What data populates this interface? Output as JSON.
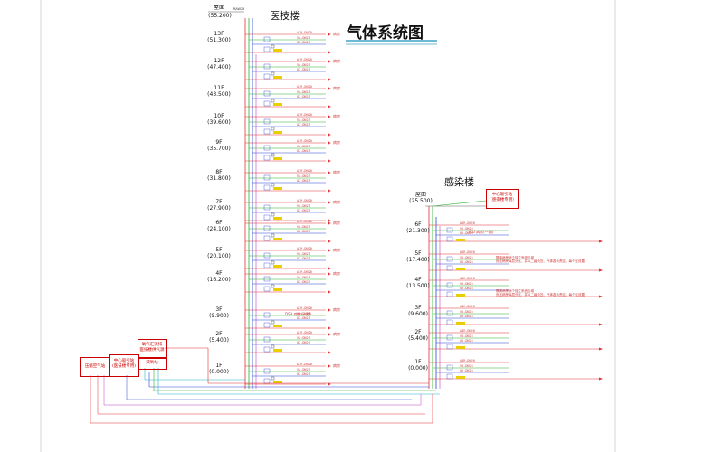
{
  "title": "气体系统图",
  "roof_marker": "屋面",
  "roof_elevation": "(55.200)",
  "roof_note": "RAW25",
  "building_left": {
    "name": "医技楼",
    "floors": [
      {
        "label": "13F",
        "elev": "(51.300)"
      },
      {
        "label": "12F",
        "elev": "(47.400)"
      },
      {
        "label": "11F",
        "elev": "(43.500)"
      },
      {
        "label": "10F",
        "elev": "(39.600)"
      },
      {
        "label": "9F",
        "elev": "(35.700)"
      },
      {
        "label": "8F",
        "elev": "(31.800)"
      },
      {
        "label": "7F",
        "elev": "(27.900)"
      },
      {
        "label": "6F",
        "elev": "(24.100)"
      },
      {
        "label": "5F",
        "elev": "(20.100)"
      },
      {
        "label": "4F",
        "elev": "(16.200)"
      },
      {
        "label": "3F",
        "elev": "(9.900)"
      },
      {
        "label": "2F",
        "elev": "(5.400)"
      },
      {
        "label": "1F",
        "elev": "(0.000)"
      }
    ],
    "third_floor_note": "DSA 病房(一期)"
  },
  "building_right": {
    "name": "感染楼",
    "roof": {
      "label": "屋面",
      "elev": "(25.500)"
    },
    "floors": [
      {
        "label": "6F",
        "elev": "(21.300)"
      },
      {
        "label": "5F",
        "elev": "(17.400)"
      },
      {
        "label": "4F",
        "elev": "(13.500)"
      },
      {
        "label": "3F",
        "elev": "(9.600)"
      },
      {
        "label": "2F",
        "elev": "(5.400)"
      },
      {
        "label": "1F",
        "elev": "(0.000)"
      }
    ],
    "roof_box": "中心吸引站\n（感染楼专用）",
    "sixth_floor_note": "ICU 病房(一期)",
    "fifth_floor_note": "隔离病房两个独立系统区域\n负压病房每层分区，并以二级负压、气体各负责区，每个区设置",
    "fourth_floor_note": "隔离病房两个独立系统区域\n负压病房每层分区，并以二级负压、气体各负责区，每个区设置"
  },
  "sources": {
    "box1": "压缩空气站",
    "box2": "中心吸引站\n(医技楼专用)",
    "box3": "氧气汇流排\n医技楼供气源",
    "box4": "液氧站"
  },
  "pipes": {
    "oxygen": "O2-DN25",
    "air": "AIR-DN20",
    "vacuum": "VA-DN25",
    "outlet_label": "病房"
  }
}
